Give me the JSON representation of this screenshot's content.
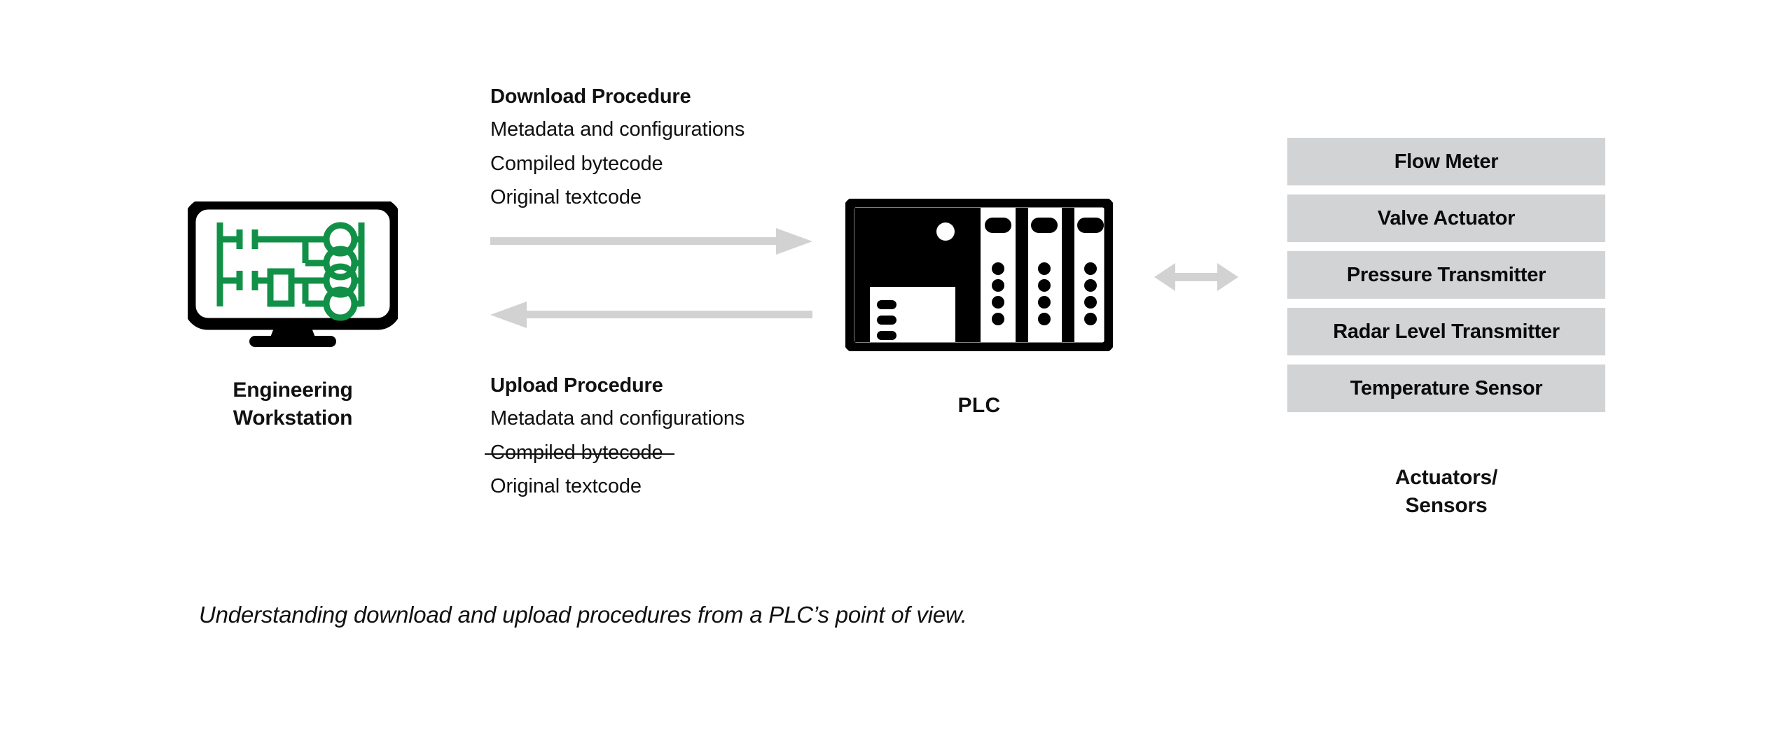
{
  "workstation": {
    "label_line1": "Engineering",
    "label_line2": "Workstation",
    "icon": "plc-ladder-logic-monitor-icon",
    "screen_accent_color": "#119147",
    "bezel_color": "#000000"
  },
  "download": {
    "title": "Download Procedure",
    "items": [
      "Metadata and configurations",
      "Compiled bytecode",
      "Original textcode"
    ],
    "arrow_direction": "right",
    "arrow_color": "#d2d2d2"
  },
  "upload": {
    "title": "Upload Procedure",
    "items": [
      {
        "text": "Metadata and configurations",
        "struck": false
      },
      {
        "text": "Compiled bytecode",
        "struck": true
      },
      {
        "text": "Original textcode",
        "struck": false
      }
    ],
    "arrow_direction": "left",
    "arrow_color": "#d2d2d2"
  },
  "plc": {
    "label": "PLC",
    "icon": "plc-rack-icon",
    "modules": 3,
    "module_dots": 4,
    "cpu_status_led": "white-circle",
    "cpu_terminal_bars": 3,
    "body_color": "#000000"
  },
  "field_link": {
    "arrow_direction": "both",
    "arrow_color": "#d2d2d2"
  },
  "devices": {
    "group_label_line1": "Actuators/",
    "group_label_line2": "Sensors",
    "box_color": "#d2d3d5",
    "items": [
      "Flow Meter",
      "Valve Actuator",
      "Pressure Transmitter",
      "Radar Level Transmitter",
      "Temperature Sensor"
    ]
  },
  "caption": "Understanding download and upload procedures from a PLC’s point of view."
}
